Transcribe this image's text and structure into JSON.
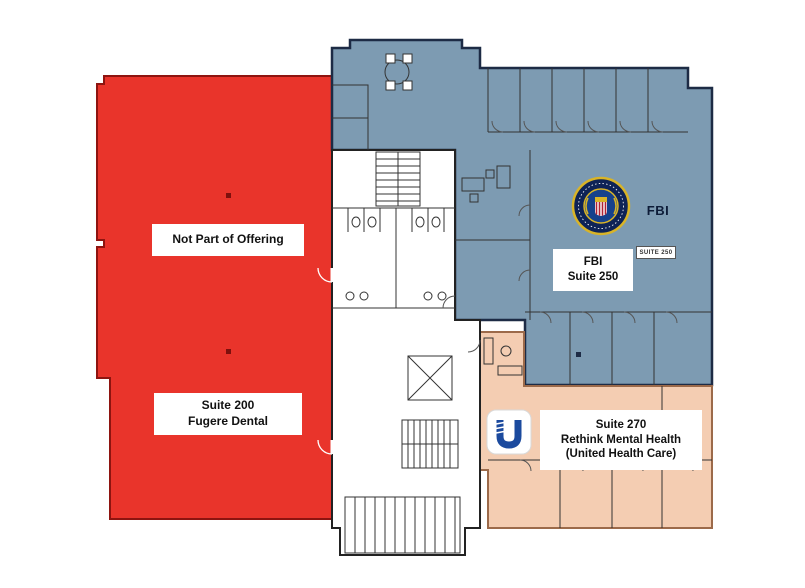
{
  "regions": {
    "not_offered": {
      "banner": "Not Part of Offering",
      "suite": "Suite 200",
      "tenant": "Fugere Dental",
      "color": "#e9342b",
      "border": "#8e1410"
    },
    "fbi": {
      "name": "FBI",
      "label_line1": "FBI",
      "label_line2": "Suite 250",
      "door_tag": "SUITE 250",
      "color": "#7d9bb2",
      "border": "#1d2b45"
    },
    "rethink": {
      "suite": "Suite 270",
      "tenant": "Rethink Mental Health",
      "tenant_note": "(United Health Care)",
      "color": "#f4cdb2",
      "border": "#9c6a4a"
    },
    "core": {
      "color": "#ffffff"
    }
  },
  "icons": {
    "fbi_seal": "fbi-seal",
    "uhc_logo": "united-healthcare-shield"
  }
}
